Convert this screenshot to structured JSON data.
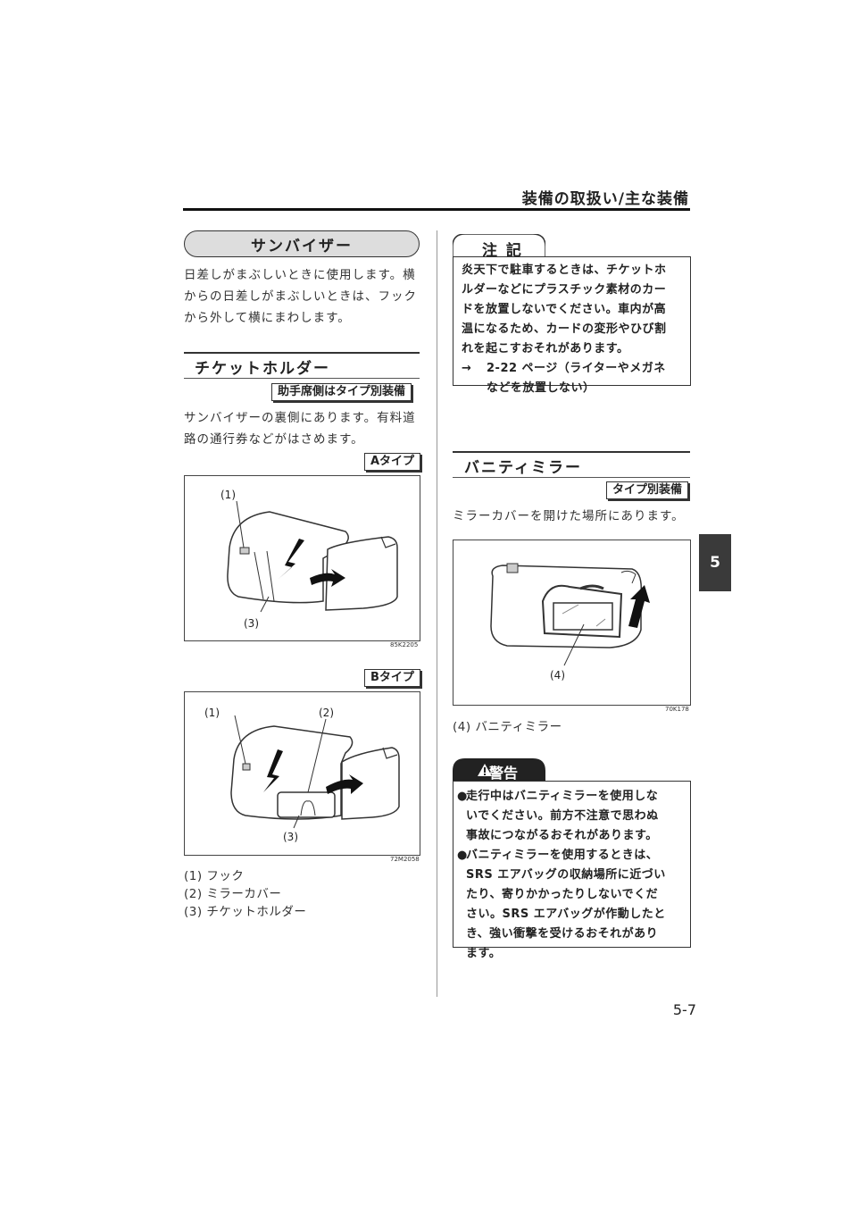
{
  "header": {
    "title": "装備の取扱い/主な装備"
  },
  "chapter_tab": "5",
  "page_number": "5-7",
  "left": {
    "sun_visor": {
      "title": "サンバイザー",
      "body": [
        "日差しがまぶしいときに使用します。横",
        "からの日差しがまぶしいときは、フック",
        "から外して横にまわします。"
      ]
    },
    "ticket_holder": {
      "title": "チケットホルダー",
      "tag": "助手席側はタイプ別装備",
      "body": [
        "サンバイザーの裏側にあります。有料道",
        "路の通行券などがはさめます。"
      ]
    },
    "figure_a": {
      "tag": "Aタイプ",
      "code": "85K2205",
      "callouts": [
        "(1)",
        "(3)"
      ]
    },
    "figure_b": {
      "tag": "Bタイプ",
      "code": "72M2058",
      "callouts": [
        "(1)",
        "(2)",
        "(3)"
      ]
    },
    "legend": [
      "(1) フック",
      "(2) ミラーカバー",
      "(3) チケットホルダー"
    ]
  },
  "right": {
    "note": {
      "title": "注 記",
      "lines": [
        "炎天下で駐車するときは、チケットホ",
        "ルダーなどにプラスチック素材のカー",
        "ドを放置しないでください。車内が高",
        "温になるため、カードの変形やひび割",
        "れを起こすおそれがあります。"
      ],
      "ref_arrow": "→",
      "ref_lines": [
        "2-22 ページ（ライターやメガネ",
        "などを放置しない）"
      ]
    },
    "vanity_mirror": {
      "title": "バニティミラー",
      "tag": "タイプ別装備",
      "body": "ミラーカバーを開けた場所にあります。",
      "figure": {
        "code": "70K178",
        "callout": "(4)"
      },
      "legend": "(4) バニティミラー"
    },
    "warning": {
      "title": "警告",
      "items": [
        [
          "走行中はバニティミラーを使用しな",
          "いでください。前方不注意で思わぬ",
          "事故につながるおそれがあります。"
        ],
        [
          "バニティミラーを使用するときは、",
          "SRS エアバッグの収納場所に近づい",
          "たり、寄りかかったりしないでくだ",
          "さい。SRS エアバッグが作動したと",
          "き、強い衝撃を受けるおそれがあり",
          "ます。"
        ]
      ]
    }
  }
}
